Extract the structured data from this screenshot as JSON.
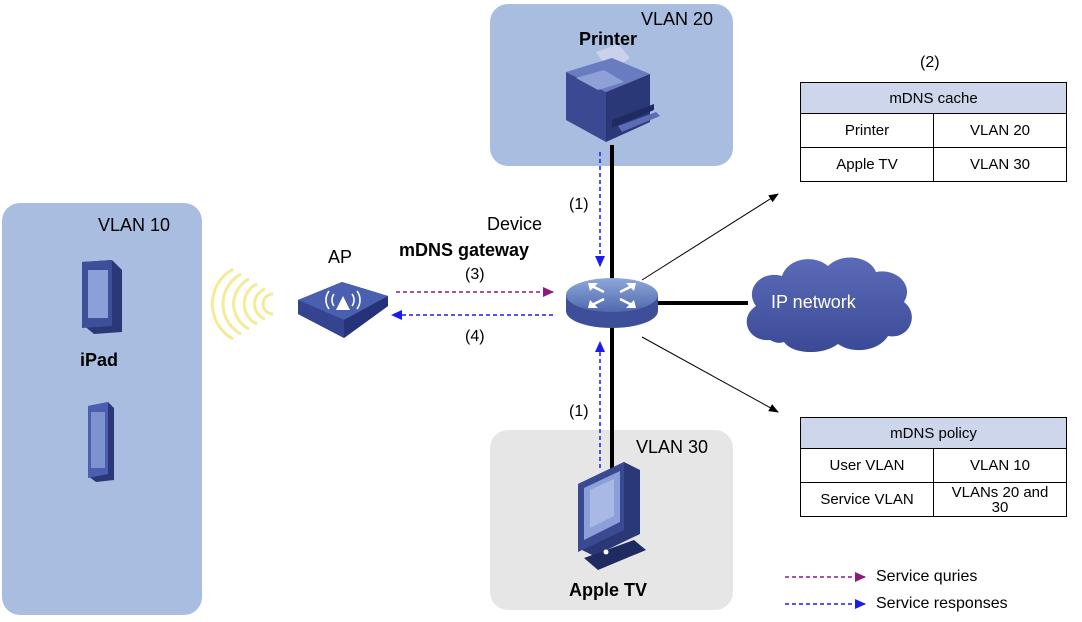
{
  "vlans": {
    "vlan10": "VLAN 10",
    "vlan20": "VLAN 20",
    "vlan30": "VLAN 30"
  },
  "devices": {
    "printer": "Printer",
    "ipad": "iPad",
    "apple_tv": "Apple TV",
    "ap": "AP",
    "device": "Device",
    "gateway": "mDNS gateway",
    "cloud": "IP network"
  },
  "steps": {
    "step1_top": "(1)",
    "step1_bottom": "(1)",
    "step2": "(2)",
    "step3": "(3)",
    "step4": "(4)"
  },
  "cache_table": {
    "title": "mDNS cache",
    "rows": [
      [
        "Printer",
        "VLAN 20"
      ],
      [
        "Apple TV",
        "VLAN 30"
      ]
    ]
  },
  "policy_table": {
    "title": "mDNS policy",
    "rows": [
      [
        "User VLAN",
        "VLAN 10"
      ],
      [
        "Service VLAN",
        "VLANs 20 and 30"
      ]
    ]
  },
  "legend": {
    "queries": "Service quries",
    "responses": "Service responses"
  },
  "colors": {
    "query_arrow": "#8b1a7a",
    "response_arrow": "#1b1bef",
    "vlan_zone": "#a9bde0",
    "vlan30_zone": "#e6e6e6",
    "device_blue": "#3e4f9a"
  }
}
